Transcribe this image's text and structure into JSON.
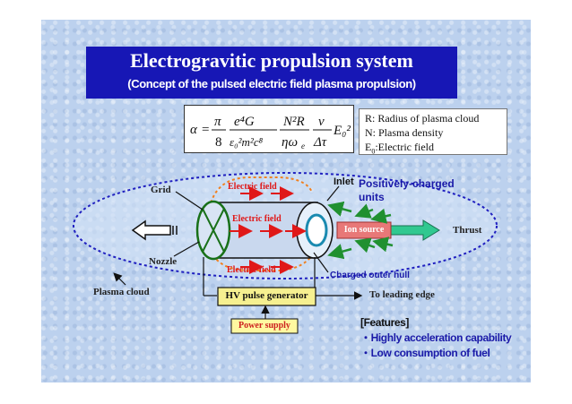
{
  "title": "Electrogravitic propulsion system",
  "subtitle": "(Concept of the pulsed electric field plasma propulsion)",
  "formula": {
    "alpha": "α",
    "equals": "=",
    "pi": "π",
    "eight": "8",
    "e4G": "e⁴G",
    "denom1": "ε₀²m²c⁸",
    "N2R": "N²R",
    "eta_omega": "ηω",
    "omega_sub": "e",
    "nu": "ν",
    "delta_tau": "Δτ",
    "E0sq": "E₀²"
  },
  "legend": {
    "line1": "R: Radius of plasma cloud",
    "line2": "N: Plasma density",
    "line3_prefix": "E",
    "line3_sub": "0",
    "line3_suffix": ":Electric field"
  },
  "labels": {
    "grid": "Grid",
    "electric_field_top": "Electric field",
    "electric_field_mid": "Electric field",
    "electric_field_bottom": "Electric field",
    "inlet": "Inlet",
    "positively_charged": "Positively-charged\nunits",
    "ion_source": "Ion source",
    "thrust": "Thrust",
    "nozzle": "Nozzle",
    "charged_outer_hull": "Charged outer hull",
    "plasma_cloud": "Plasma cloud",
    "hv_pulse_generator": "HV pulse generator",
    "to_leading_edge": "To leading edge",
    "power_supply": "Power supply"
  },
  "features": {
    "heading": "[Features]",
    "items": [
      "・Highly acceleration capability",
      "・Low consumption of fuel"
    ]
  },
  "colors": {
    "slide_bg": "#bcd1ee",
    "title_box": "#1717b5",
    "electric_field": "#e01818",
    "hull": "#1a1aa8",
    "ion_source": "#e87878",
    "hv_box": "#f6f090",
    "power_box": "#fff8a0",
    "thrust_arrow": "#30c890",
    "ion_arrows": "#209030"
  }
}
